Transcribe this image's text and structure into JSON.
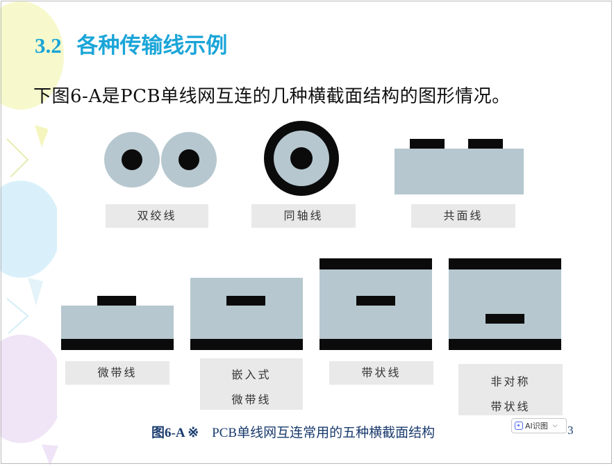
{
  "slide": {
    "title_number": "3.2",
    "title_text": "各种传输线示例",
    "subtitle": "下图6-A是PCB单线网互连的几种横截面结构的图形情况。",
    "labels": {
      "twisted_pair": "双绞线",
      "coaxial": "同轴线",
      "coplanar": "共面线",
      "microstrip": "微带线",
      "embedded_line1": "嵌入式",
      "embedded_line2": "微带线",
      "stripline": "带状线",
      "asym_line1": "非对称",
      "asym_line2": "带状线"
    },
    "caption_bold": "图6-A ※",
    "caption_text": "PCB单线网互连常用的五种横截面结构",
    "ai_button": "AI识图",
    "page_number": "3"
  },
  "colors": {
    "title": "#1aa5d8",
    "dielectric": "#b6c7cf",
    "conductor": "#0b0b0b",
    "label_bg": "#e9e9e9",
    "caption": "#1a3b6e"
  }
}
